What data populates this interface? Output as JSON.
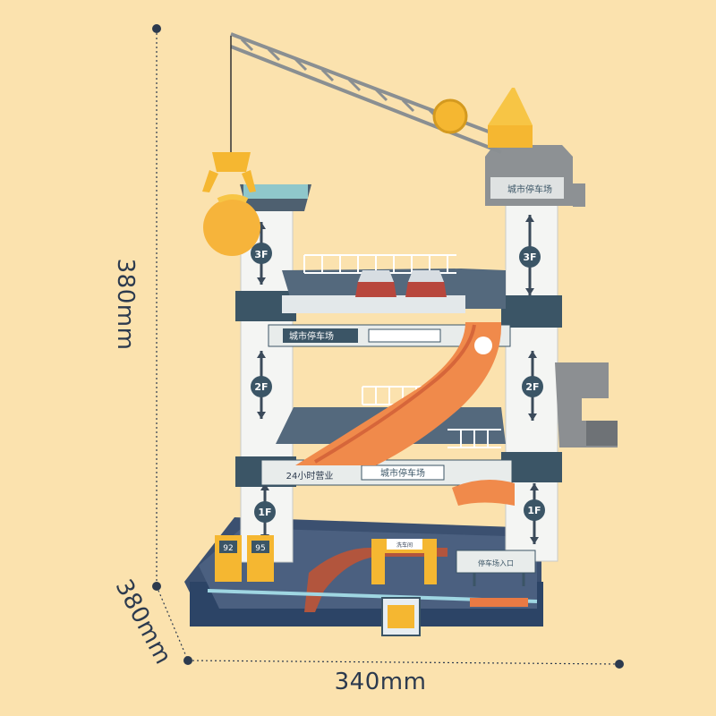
{
  "dimensions": {
    "height": "380mm",
    "depth": "380mm",
    "width": "340mm"
  },
  "signs": {
    "top_tower": "城市停车场",
    "level3_banner": "城市停车场",
    "level2_banner": "城市停车场",
    "hours": "24小时营业",
    "car_wash": "洗车间",
    "entrance": "停车场入口"
  },
  "floors": {
    "third": "3F",
    "second": "2F",
    "first": "1F"
  },
  "pumps": {
    "left": "92",
    "right": "95"
  },
  "colors": {
    "background": "#fbe2ae",
    "dimension_lines": "#2c3a4e",
    "crane": "#f5b731",
    "ramp": "#f08a4b",
    "tower": "#f4f5f3",
    "dark_trim": "#3b5566"
  }
}
